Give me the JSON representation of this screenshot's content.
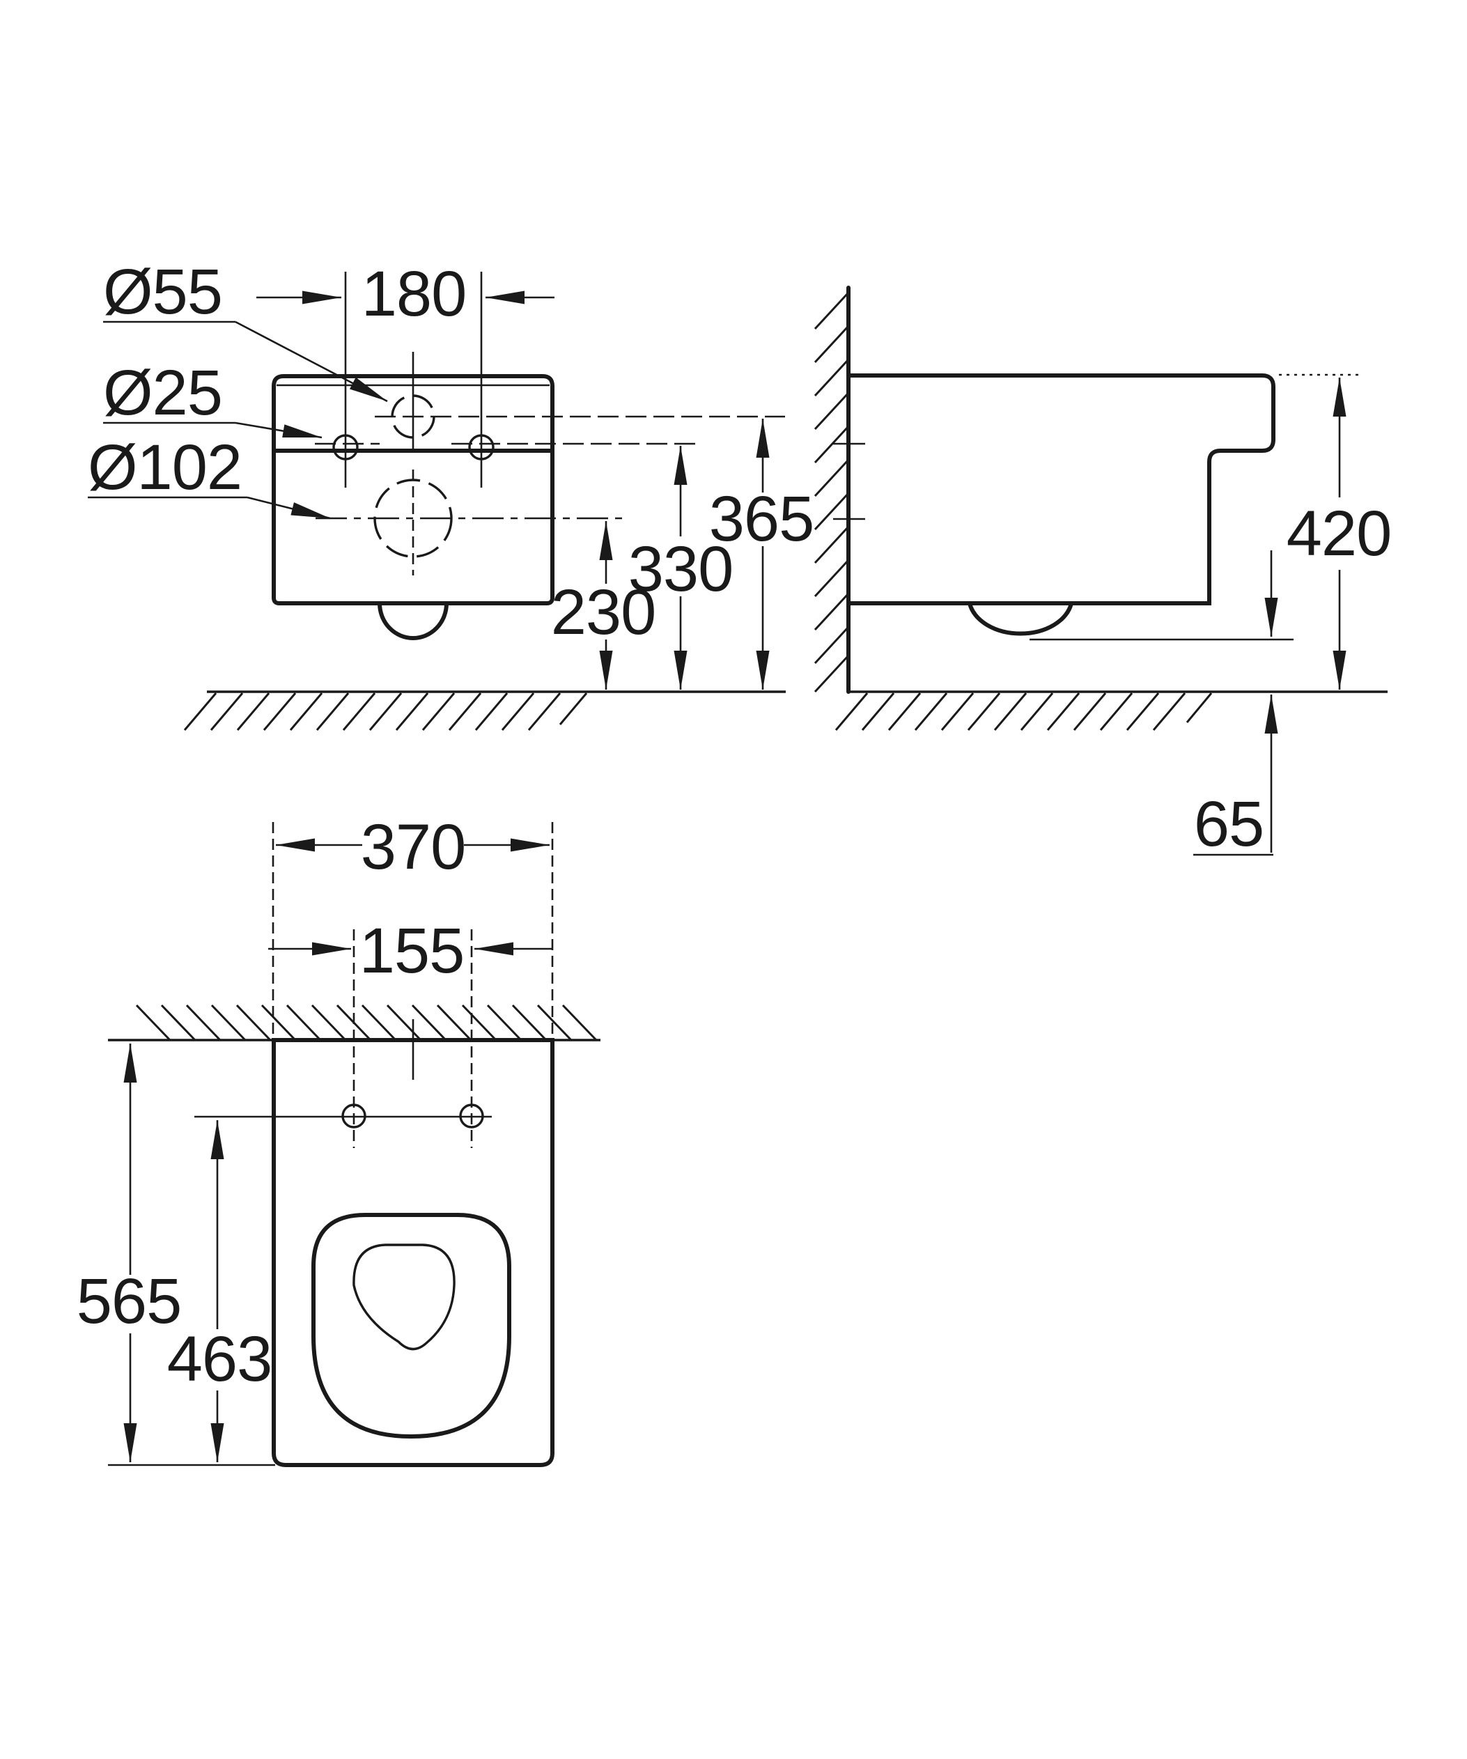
{
  "dims": {
    "d55": "Ø55",
    "d25": "Ø25",
    "d102": "Ø102",
    "w180": "180",
    "h365": "365",
    "h330": "330",
    "h230": "230",
    "h420": "420",
    "h65": "65",
    "w370": "370",
    "w155": "155",
    "d565": "565",
    "d463": "463"
  },
  "colors": {
    "line": "#1a1a1a",
    "background": "#ffffff"
  }
}
